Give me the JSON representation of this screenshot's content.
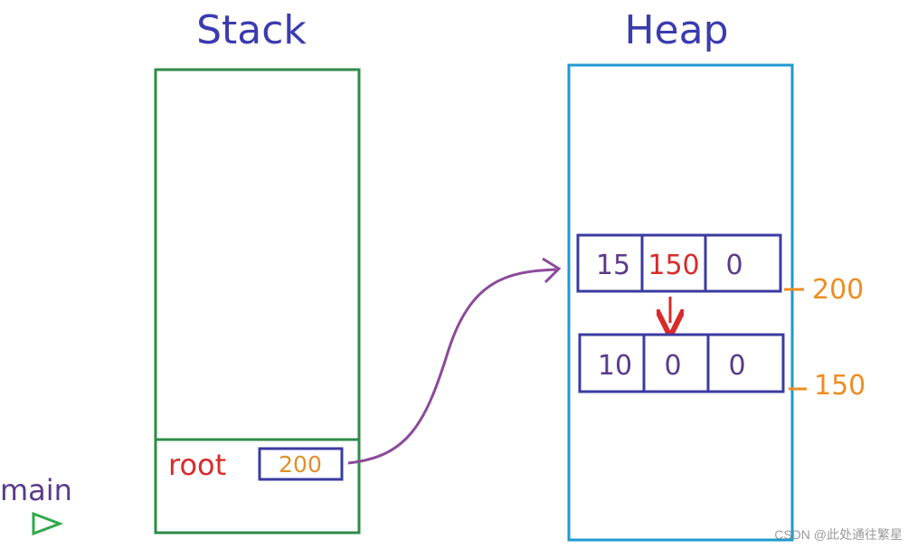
{
  "stack": {
    "title": "Stack",
    "frame_label": "main",
    "variable_name": "root",
    "variable_value": "200"
  },
  "heap": {
    "title": "Heap",
    "nodes": [
      {
        "address": "200",
        "cells": [
          "15",
          "150",
          "0"
        ]
      },
      {
        "address": "150",
        "cells": [
          "10",
          "0",
          "0"
        ]
      }
    ]
  },
  "watermark": "CSDN @此处通往繁星",
  "colors": {
    "title": "#3b3bb0",
    "stack_border": "#2e8b4a",
    "heap_border": "#1e9bd0",
    "cell_border": "#3b3ba0",
    "value_text": "#5b3a8a",
    "pointer_value": "#e0902a",
    "address": "#ef8c22",
    "red": "#d92b2b",
    "arrow": "#8b4a9a",
    "main_label": "#5b3a8a",
    "play_icon": "#2fa84a"
  }
}
